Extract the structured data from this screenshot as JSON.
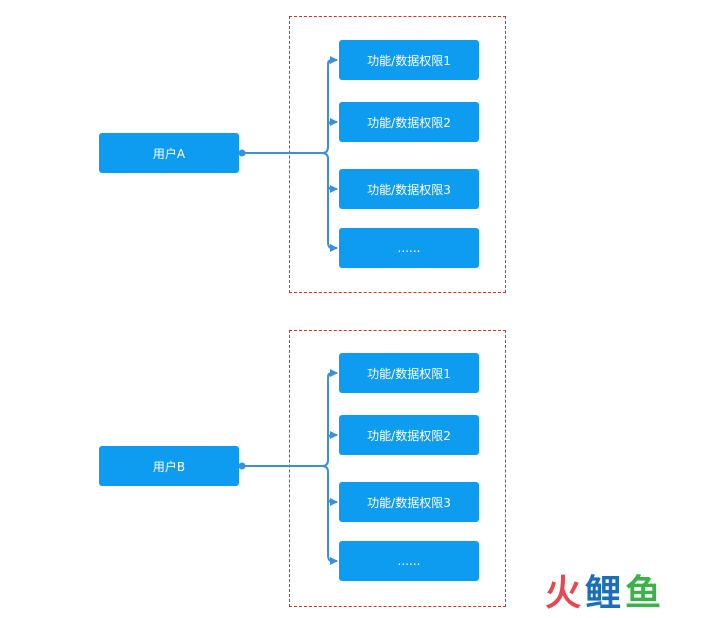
{
  "users": [
    {
      "label": "用户A",
      "permissions": [
        "功能/数据权限1",
        "功能/数据权限2",
        "功能/数据权限3",
        "......"
      ]
    },
    {
      "label": "用户B",
      "permissions": [
        "功能/数据权限1",
        "功能/数据权限2",
        "功能/数据权限3",
        "......"
      ]
    }
  ],
  "watermark": {
    "chars": [
      "火",
      "鲤",
      "鱼"
    ]
  },
  "colors": {
    "box": "#0d9cef",
    "connector": "#3d8fdc",
    "group_border": "#d0312d"
  }
}
